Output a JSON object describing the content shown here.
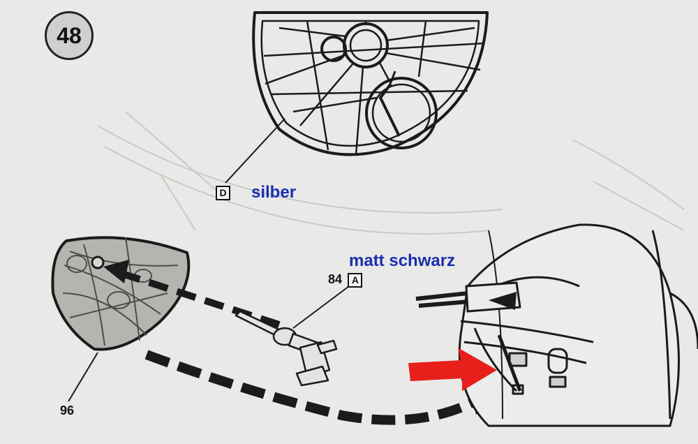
{
  "step": {
    "number": "48"
  },
  "parts": {
    "frame_code": "D",
    "gun_number": "84",
    "gun_code": "A",
    "turret_number": "96"
  },
  "colors": {
    "silber_label": "silber",
    "matt_schwarz_label": "matt schwarz",
    "label_color": "#1a2fb0",
    "arrow_red": "#e8201c",
    "ink": "#1b1b1b",
    "paper": "#e9e9e7"
  }
}
